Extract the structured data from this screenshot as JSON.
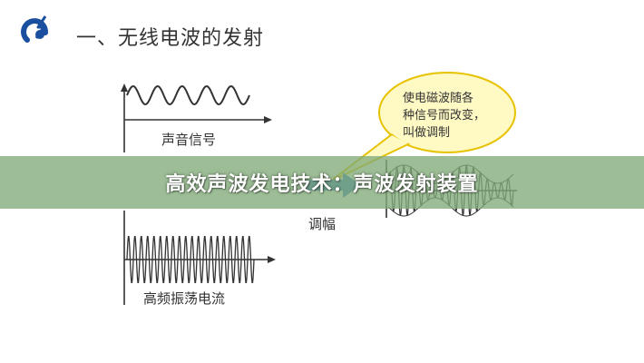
{
  "heading": "一、无线电波的发射",
  "labels": {
    "sound_signal": "声音信号",
    "modulation": "调幅",
    "hf_current": "高频振荡电流"
  },
  "bubble": {
    "line1": "使电磁波随各",
    "line2": "种信号而改变，",
    "line3": "叫做调制"
  },
  "banner": "高效声波发电技术：声波发射装置",
  "colors": {
    "logo_blue": "#1a4fa0",
    "bubble_fill": "#fff9c4",
    "bubble_stroke": "#e6c200",
    "arrow_blue": "#3a78c8",
    "banner_green": "#80aa78"
  }
}
